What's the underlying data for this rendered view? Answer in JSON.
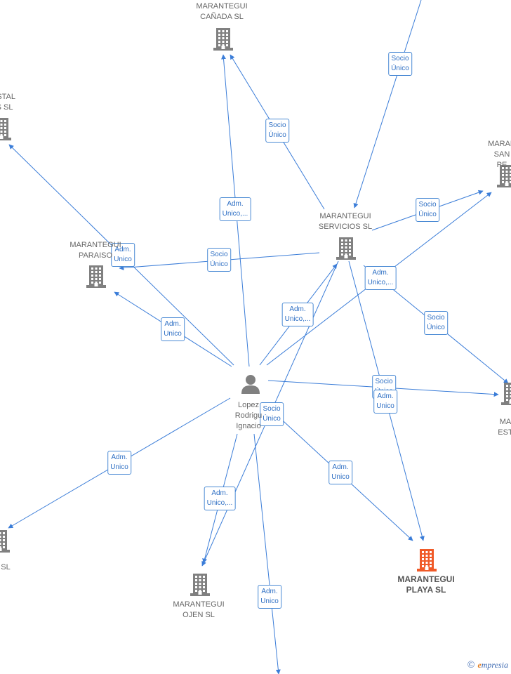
{
  "colors": {
    "edge": "#3b7dd8",
    "company": "#808080",
    "focus_company": "#f05a28",
    "person": "#808080"
  },
  "nodes": [
    {
      "id": "canada",
      "lines": [
        "MARANTEGUI",
        "CAÑADA  SL"
      ],
      "icon": "building-icon"
    },
    {
      "id": "estal",
      "lines": [
        "ESTAL",
        "IS  SL"
      ],
      "icon": "building-icon"
    },
    {
      "id": "san_pe",
      "lines": [
        "MARAN",
        "SAN PE"
      ],
      "icon": "building-icon"
    },
    {
      "id": "servicios",
      "lines": [
        "MARANTEGUI",
        "SERVICIOS  SL"
      ],
      "icon": "building-icon"
    },
    {
      "id": "paraiso",
      "lines": [
        "MARANTEGUI",
        "PARAISO"
      ],
      "icon": "building-icon"
    },
    {
      "id": "person",
      "lines": [
        "Lopez",
        "Rodrigu",
        "Ignacio"
      ],
      "icon": "person-icon"
    },
    {
      "id": "est",
      "lines": [
        "MA",
        "EST"
      ],
      "icon": "building-icon"
    },
    {
      "id": "sl_left",
      "lines": [
        "SL"
      ],
      "icon": "building-icon"
    },
    {
      "id": "ojen",
      "lines": [
        "MARANTEGUI",
        "OJEN  SL"
      ],
      "icon": "building-icon"
    },
    {
      "id": "playa",
      "lines": [
        "MARANTEGUI",
        "PLAYA  SL"
      ],
      "icon": "building-icon",
      "highlight": true
    }
  ],
  "edge_labels": [
    {
      "id": "l1",
      "text": "Socio\nÚnico"
    },
    {
      "id": "l2",
      "text": "Socio\nÚnico"
    },
    {
      "id": "l3",
      "text": "Adm.\nUnico,..."
    },
    {
      "id": "l4",
      "text": "Socio\nÚnico"
    },
    {
      "id": "l5",
      "text": "Adm.\nUnico"
    },
    {
      "id": "l6",
      "text": "Socio\nÚnico"
    },
    {
      "id": "l7",
      "text": "Adm.\nUnico,..."
    },
    {
      "id": "l8",
      "text": "Adm.\nUnico,..."
    },
    {
      "id": "l9",
      "text": "Adm.\nUnico"
    },
    {
      "id": "l10",
      "text": "Socio\nÚnico"
    },
    {
      "id": "l11",
      "text": "Socio\nÚnico"
    },
    {
      "id": "l12",
      "text": "Adm.\nUnico"
    },
    {
      "id": "l13",
      "text": "Socio\nÚnico"
    },
    {
      "id": "l14",
      "text": "Adm.\nUnico"
    },
    {
      "id": "l15",
      "text": "Adm.\nUnico"
    },
    {
      "id": "l16",
      "text": "Adm.\nUnico,..."
    },
    {
      "id": "l17",
      "text": "Adm.\nUnico"
    }
  ],
  "brand": {
    "copyright": "©",
    "initial": "e",
    "name": "mpresia"
  }
}
